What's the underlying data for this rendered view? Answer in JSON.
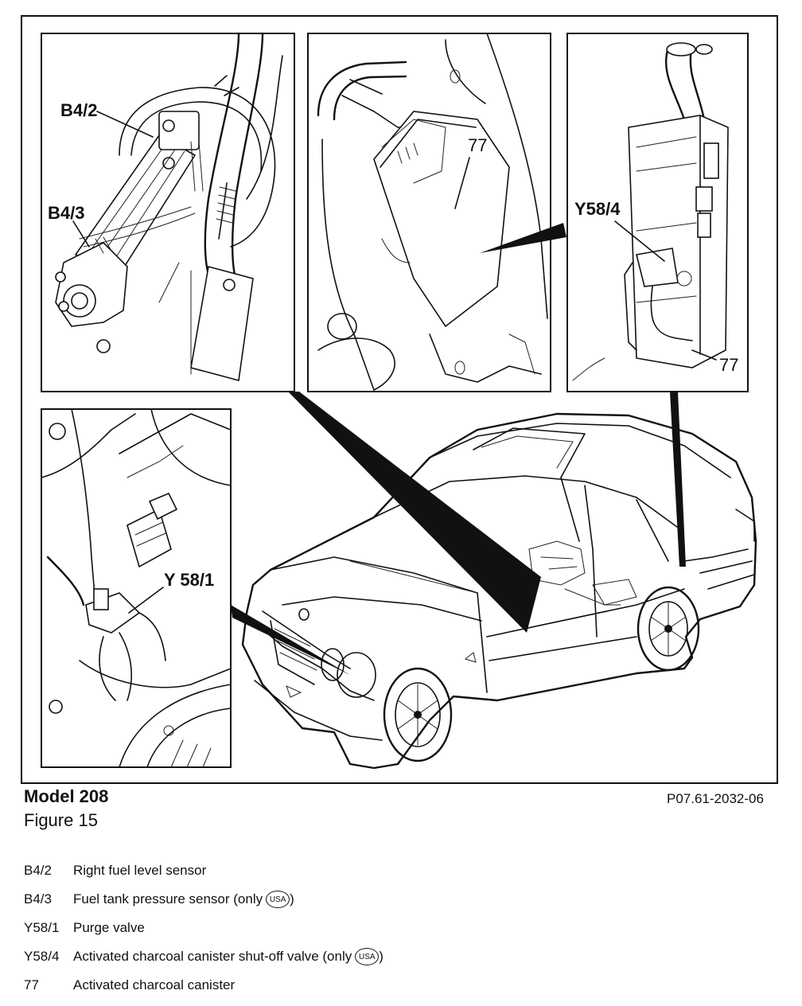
{
  "callouts": {
    "b4_2": "B4/2",
    "b4_3": "B4/3",
    "item_77_top": "77",
    "y58_4": "Y58/4",
    "item_77_right": "77",
    "y58_1": "Y 58/1"
  },
  "caption": {
    "model": "Model 208",
    "figure": "Figure 15",
    "reference": "P07.61-2032-06"
  },
  "legend": [
    {
      "code": "B4/2",
      "text": "Right fuel level sensor",
      "badge": "",
      "suffix": ""
    },
    {
      "code": "B4/3",
      "text": "Fuel tank pressure sensor (only",
      "badge": "USA",
      "suffix": ")"
    },
    {
      "code": "Y58/1",
      "text": "Purge valve",
      "badge": "",
      "suffix": ""
    },
    {
      "code": "Y58/4",
      "text": "Activated charcoal canister shut-off valve (only",
      "badge": "USA",
      "suffix": ")"
    },
    {
      "code": "77",
      "text": "Activated charcoal canister",
      "badge": "",
      "suffix": ""
    }
  ]
}
